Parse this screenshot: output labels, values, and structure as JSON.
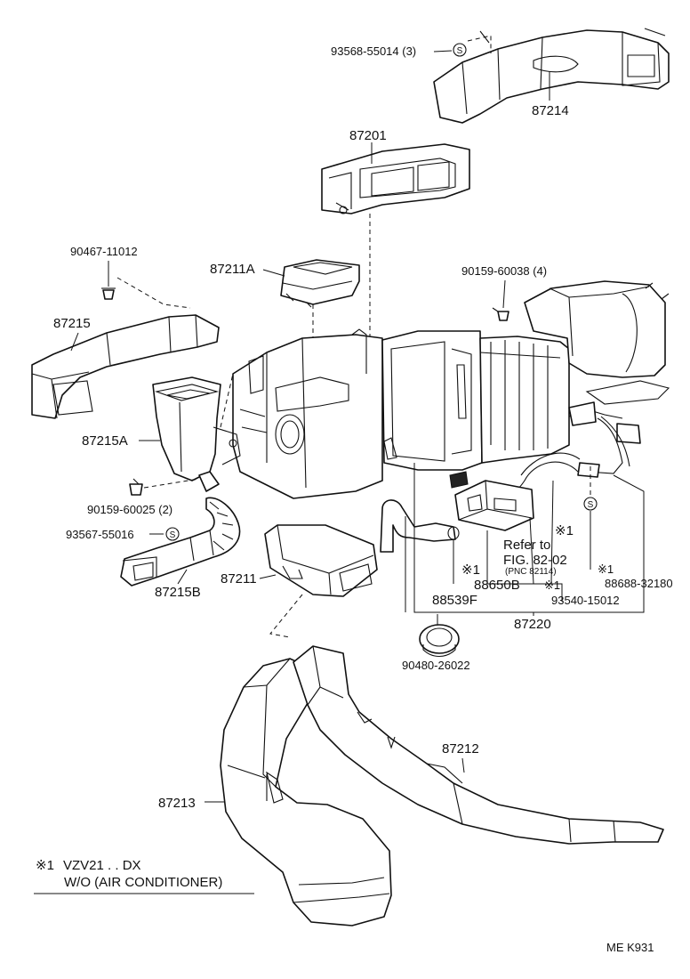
{
  "parts": {
    "p93568": "93568-55014 (3)",
    "p87214": "87214",
    "p87201": "87201",
    "p90467": "90467-11012",
    "p87211A": "87211A",
    "p90159_38": "90159-60038 (4)",
    "p87215": "87215",
    "p87215A": "87215A",
    "p90159_25": "90159-60025 (2)",
    "p93567": "93567-55016",
    "p87215B": "87215B",
    "p87211": "87211",
    "p88650B": "88650B",
    "p88539F": "88539F",
    "p87220": "87220",
    "p93540": "93540-15012",
    "p88688": "88688-32180",
    "p90480": "90480-26022",
    "p87212": "87212",
    "p87213": "87213"
  },
  "symbols": {
    "footnote_mark": "※1",
    "s_clip": "S"
  },
  "refer": {
    "line1": "Refer to",
    "line2": "FIG. 82-02",
    "line3": "(PNC 82114)"
  },
  "footnote": {
    "line1": "VZV21 . . DX",
    "line2": "W/O (AIR  CONDITIONER)"
  },
  "page_code": "ME  K931"
}
